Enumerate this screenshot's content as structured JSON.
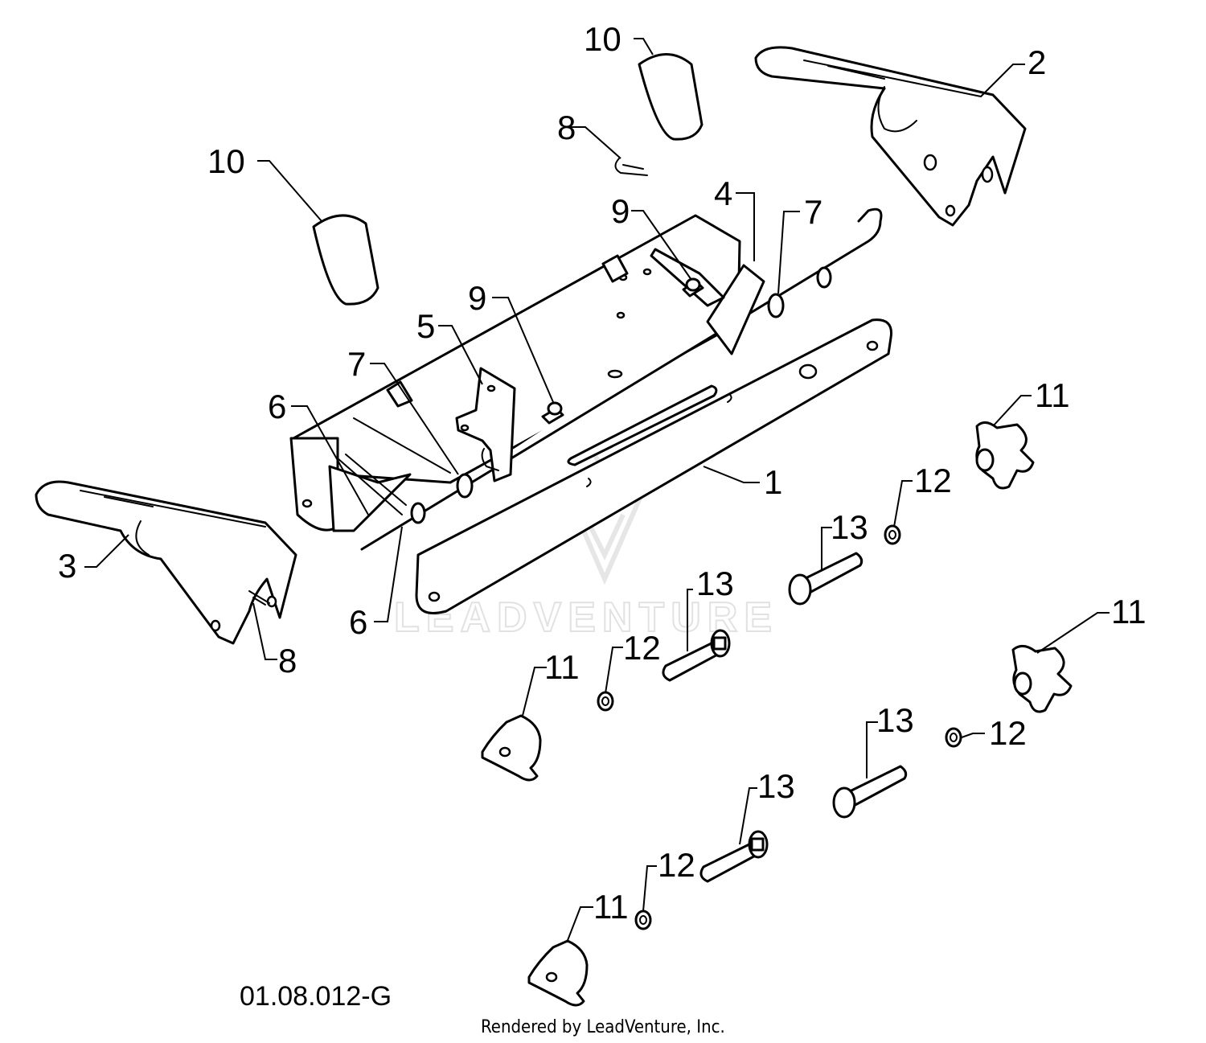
{
  "drawing": {
    "code": "01.08.012-G",
    "credit": "Rendered by LeadVenture, Inc.",
    "watermark": "LEADVENTURE"
  },
  "callouts": [
    {
      "id": "c1",
      "label": "1"
    },
    {
      "id": "c2",
      "label": "2"
    },
    {
      "id": "c3",
      "label": "3"
    },
    {
      "id": "c4",
      "label": "4"
    },
    {
      "id": "c5",
      "label": "5"
    },
    {
      "id": "c6a",
      "label": "6"
    },
    {
      "id": "c6b",
      "label": "6"
    },
    {
      "id": "c7a",
      "label": "7"
    },
    {
      "id": "c7b",
      "label": "7"
    },
    {
      "id": "c8a",
      "label": "8"
    },
    {
      "id": "c8b",
      "label": "8"
    },
    {
      "id": "c9a",
      "label": "9"
    },
    {
      "id": "c9b",
      "label": "9"
    },
    {
      "id": "c10a",
      "label": "10"
    },
    {
      "id": "c10b",
      "label": "10"
    },
    {
      "id": "c11a",
      "label": "11"
    },
    {
      "id": "c11b",
      "label": "11"
    },
    {
      "id": "c11c",
      "label": "11"
    },
    {
      "id": "c11d",
      "label": "11"
    },
    {
      "id": "c12a",
      "label": "12"
    },
    {
      "id": "c12b",
      "label": "12"
    },
    {
      "id": "c12c",
      "label": "12"
    },
    {
      "id": "c12d",
      "label": "12"
    },
    {
      "id": "c13a",
      "label": "13"
    },
    {
      "id": "c13b",
      "label": "13"
    },
    {
      "id": "c13c",
      "label": "13"
    },
    {
      "id": "c13d",
      "label": "13"
    }
  ]
}
